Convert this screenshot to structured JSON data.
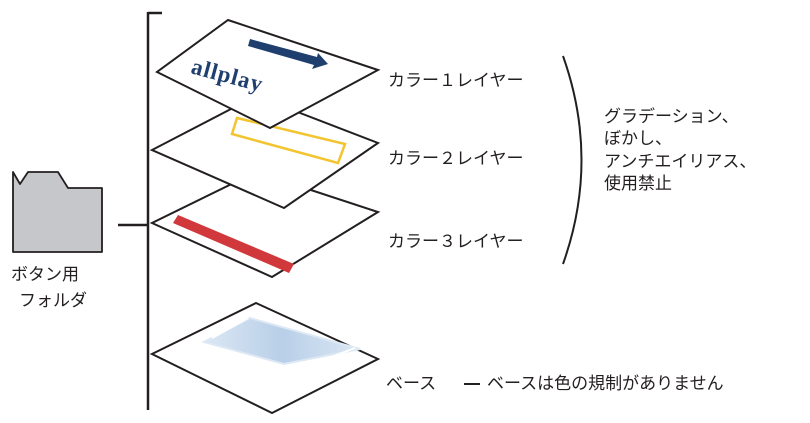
{
  "folder": {
    "icon": "folder-icon",
    "label_lines": [
      "ボタン用",
      "フォルダ"
    ]
  },
  "layers": [
    {
      "id": "color1",
      "label": "カラー１レイヤー",
      "content": "allplay",
      "logo_color": "#1f3f6e"
    },
    {
      "id": "color2",
      "label": "カラー２レイヤー",
      "content": "yellow-rectangle",
      "accent": "#f2c530"
    },
    {
      "id": "color3",
      "label": "カラー３レイヤー",
      "content": "red-bar",
      "accent": "#d0383c"
    }
  ],
  "base": {
    "label": "ベース",
    "dash": "ー",
    "note": "ベースは色の規制がありません",
    "accent": "#b9cfe8"
  },
  "restriction_note": {
    "lines": [
      "グラデーション、",
      "ぼかし、",
      "アンチエイリアス、",
      "使用禁止"
    ]
  }
}
